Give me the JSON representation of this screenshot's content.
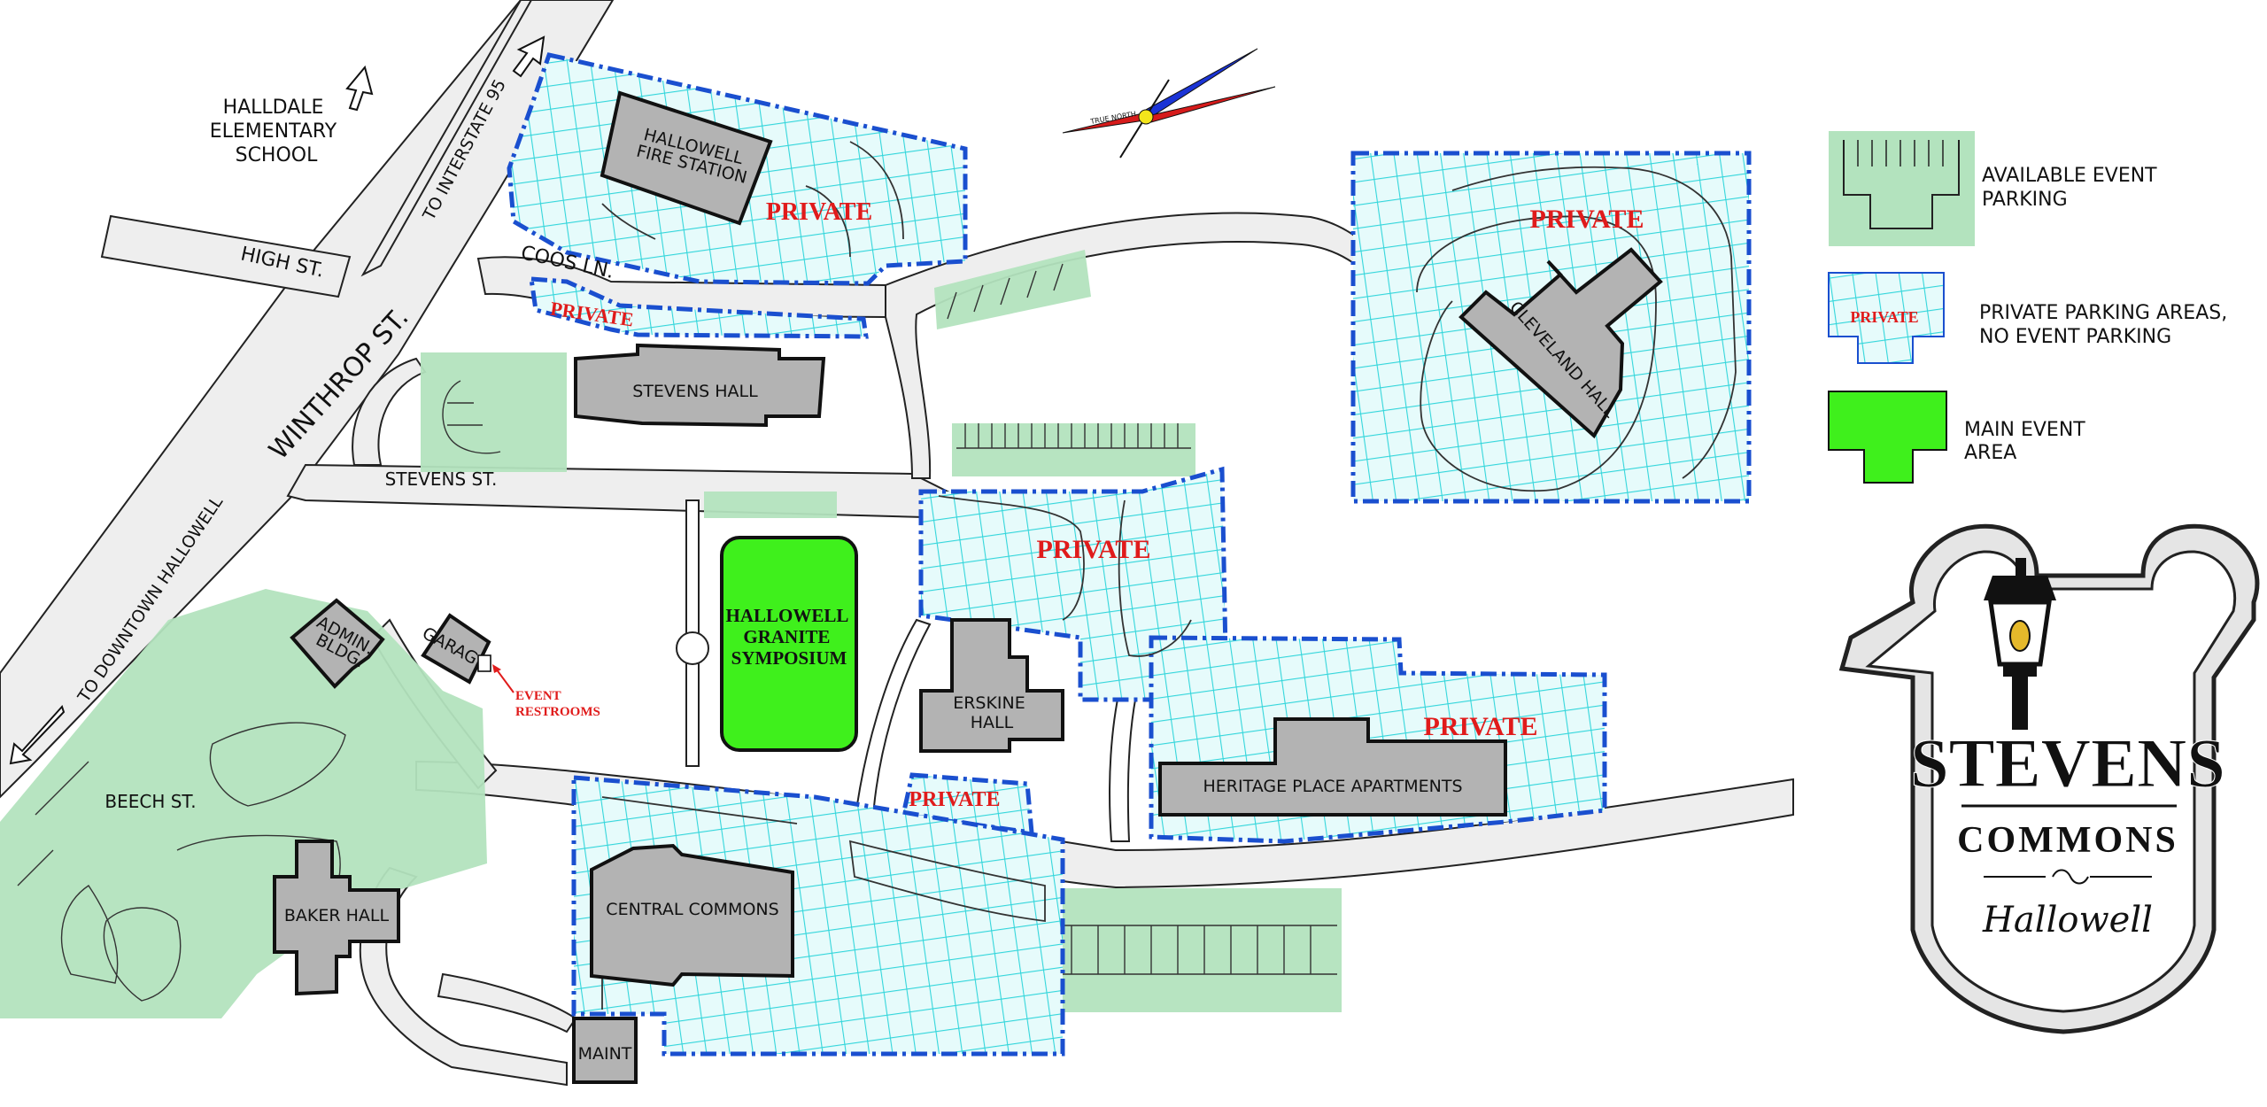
{
  "map": {
    "streets": {
      "winthrop": "WINTHROP ST.",
      "high": "HIGH ST.",
      "coos": "COOS LN.",
      "stevens": "STEVENS ST.",
      "beech": "BEECH ST."
    },
    "directions": {
      "interstate": "TO INTERSTATE 95",
      "downtown": "TO DOWNTOWN HALLOWELL"
    },
    "school": [
      "HALLDALE",
      "ELEMENTARY",
      "SCHOOL"
    ],
    "buildings": {
      "fire_station": [
        "HALLOWELL",
        "FIRE STATION"
      ],
      "stevens_hall": "STEVENS HALL",
      "cleveland_hall": "CLEVELAND HALL",
      "admin": [
        "ADMIN.",
        "BLDG."
      ],
      "garage": "GARAGE",
      "erskine": [
        "ERSKINE",
        "HALL"
      ],
      "heritage": "HERITAGE PLACE APARTMENTS",
      "central": "CENTRAL COMMONS",
      "baker": "BAKER HALL",
      "maint": "MAINT"
    },
    "event_area": [
      "HALLOWELL",
      "GRANITE",
      "SYMPOSIUM"
    ],
    "restrooms": [
      "EVENT",
      "RESTROOMS"
    ],
    "private_label": "PRIVATE",
    "compass_label": "TRUE NORTH"
  },
  "legend": {
    "available": [
      "AVAILABLE EVENT",
      "PARKING"
    ],
    "private_sample": "PRIVATE",
    "private": [
      "PRIVATE PARKING AREAS,",
      "NO EVENT PARKING"
    ],
    "main": [
      "MAIN EVENT",
      "AREA"
    ]
  },
  "logo": {
    "line1": "STEVENS",
    "line2": "COMMONS",
    "line3": "Hallowell"
  },
  "colors": {
    "event_parking": "#b3e3be",
    "private_fill": "#e6fbfb",
    "private_grid": "#33d6db",
    "private_border": "#1a4fcf",
    "main_event": "#3ff01c",
    "building": "#b3b3b3",
    "private_text": "#e01b1b"
  }
}
